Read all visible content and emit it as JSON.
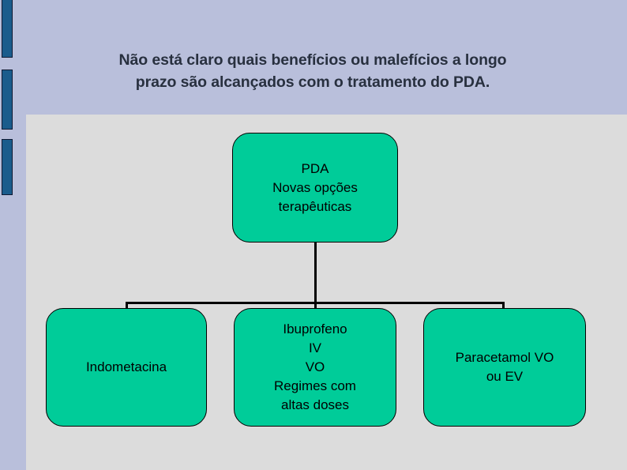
{
  "slide": {
    "background_color": "#b9bfdb",
    "panel_color": "#dcdcdc",
    "accent_color": "#1a5c8c",
    "node_color": "#00cc99",
    "node_border_color": "#000000",
    "text_color": "#28303f"
  },
  "title": {
    "line1": "Não está claro quais benefícios ou malefícios a longo",
    "line2": "prazo são alcançados com o tratamento do PDA."
  },
  "diagram": {
    "type": "tree",
    "root": {
      "id": "pda-novas-opcoes",
      "lines": [
        "PDA",
        "Novas opções",
        "terapêuticas"
      ]
    },
    "children": [
      {
        "id": "indometacina",
        "lines": [
          "Indometacina"
        ]
      },
      {
        "id": "ibuprofeno",
        "lines": [
          "Ibuprofeno",
          "IV",
          "VO",
          "Regimes com",
          "altas doses"
        ]
      },
      {
        "id": "paracetamol",
        "lines": [
          "Paracetamol VO",
          "ou EV"
        ]
      }
    ]
  }
}
